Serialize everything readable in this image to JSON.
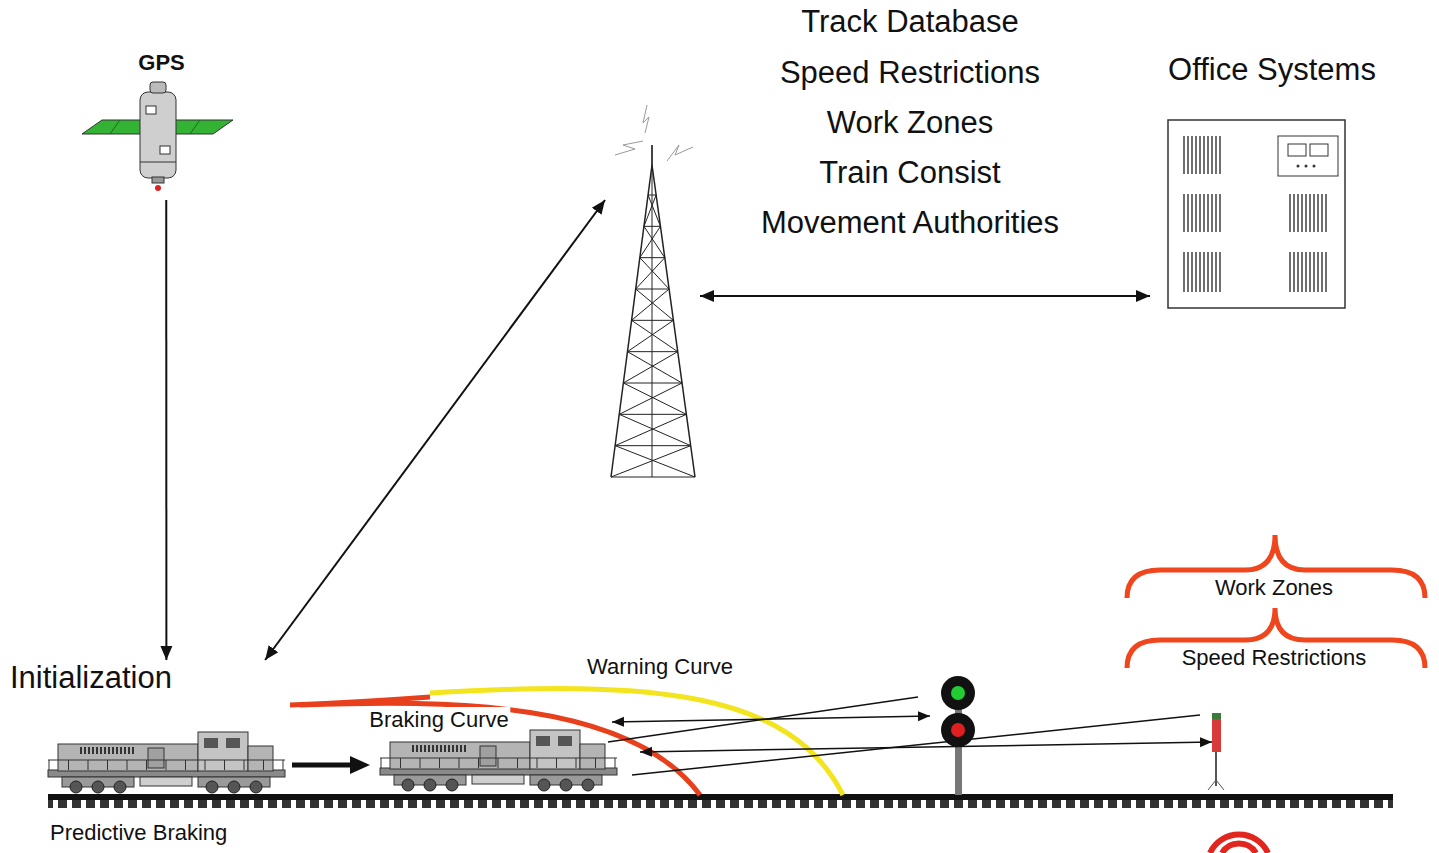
{
  "diagram": {
    "nodes": [
      {
        "text": [
          "GPS"
        ]
      },
      {
        "text": []
      },
      {
        "text": [
          "Office Systems"
        ]
      },
      {
        "text": [
          "Initialization"
        ]
      }
    ],
    "edges": [
      {
        "from": 0,
        "to": 3,
        "arrow": "to"
      },
      {
        "from": 3,
        "to": 1,
        "arrow": "both"
      },
      {
        "from": 1,
        "to": 2,
        "arrow": "both"
      }
    ],
    "labels": [
      "Track Database",
      "Speed Restrictions",
      "Work Zones",
      "Train Consist",
      "Movement Authorities",
      "Warning Curve",
      "Braking Curve",
      "Work Zones",
      "Speed Restrictions",
      "Predictive Braking"
    ]
  }
}
